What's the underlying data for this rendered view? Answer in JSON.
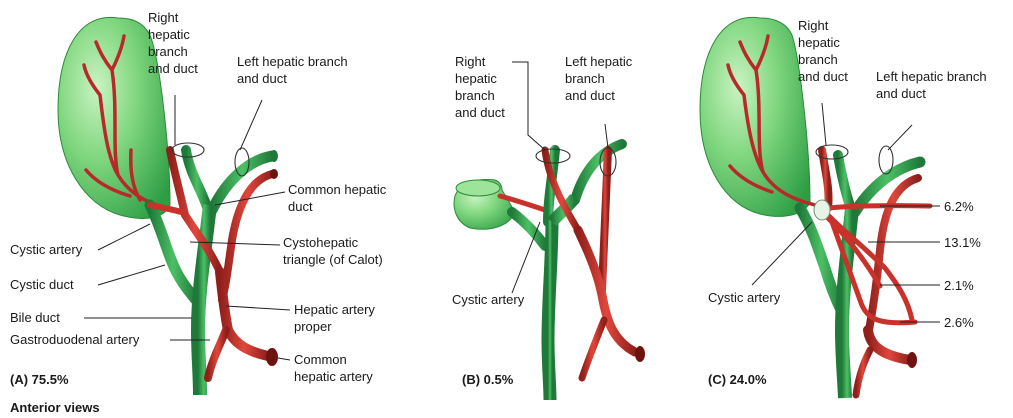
{
  "panel_a": {
    "caption": "(A) 75.5%",
    "labels": {
      "right_hepatic": [
        "Right",
        "hepatic",
        "branch",
        "and duct"
      ],
      "left_hepatic": [
        "Left hepatic branch",
        "and duct"
      ],
      "common_hepatic_duct": [
        "Common hepatic",
        "duct"
      ],
      "cystohepatic": [
        "Cystohepatic",
        "triangle (of Calot)"
      ],
      "cystic_artery": "Cystic artery",
      "cystic_duct": "Cystic duct",
      "bile_duct": "Bile duct",
      "gastroduodenal": "Gastroduodenal artery",
      "hepatic_artery_proper": [
        "Hepatic artery",
        "proper"
      ],
      "common_hepatic_artery": [
        "Common",
        "hepatic artery"
      ]
    }
  },
  "panel_b": {
    "caption": "(B) 0.5%",
    "labels": {
      "right_hepatic": [
        "Right",
        "hepatic",
        "branch",
        "and duct"
      ],
      "left_hepatic": [
        "Left hepatic",
        "branch",
        "and duct"
      ],
      "cystic_artery": "Cystic artery"
    }
  },
  "panel_c": {
    "caption": "(C) 24.0%",
    "labels": {
      "right_hepatic": [
        "Right",
        "hepatic",
        "branch",
        "and duct"
      ],
      "left_hepatic": [
        "Left hepatic branch",
        "and duct"
      ],
      "cystic_artery": "Cystic artery"
    },
    "percentages": [
      "6.2%",
      "13.1%",
      "2.1%",
      "2.6%"
    ]
  },
  "footer": "Anterior views",
  "colors": {
    "gallbladder_light": "#9ee39a",
    "gallbladder": "#3cb24a",
    "duct": "#2f9a4c",
    "duct_dark": "#1f7a3a",
    "artery": "#c8322a",
    "artery_dark": "#8e1f1a"
  }
}
